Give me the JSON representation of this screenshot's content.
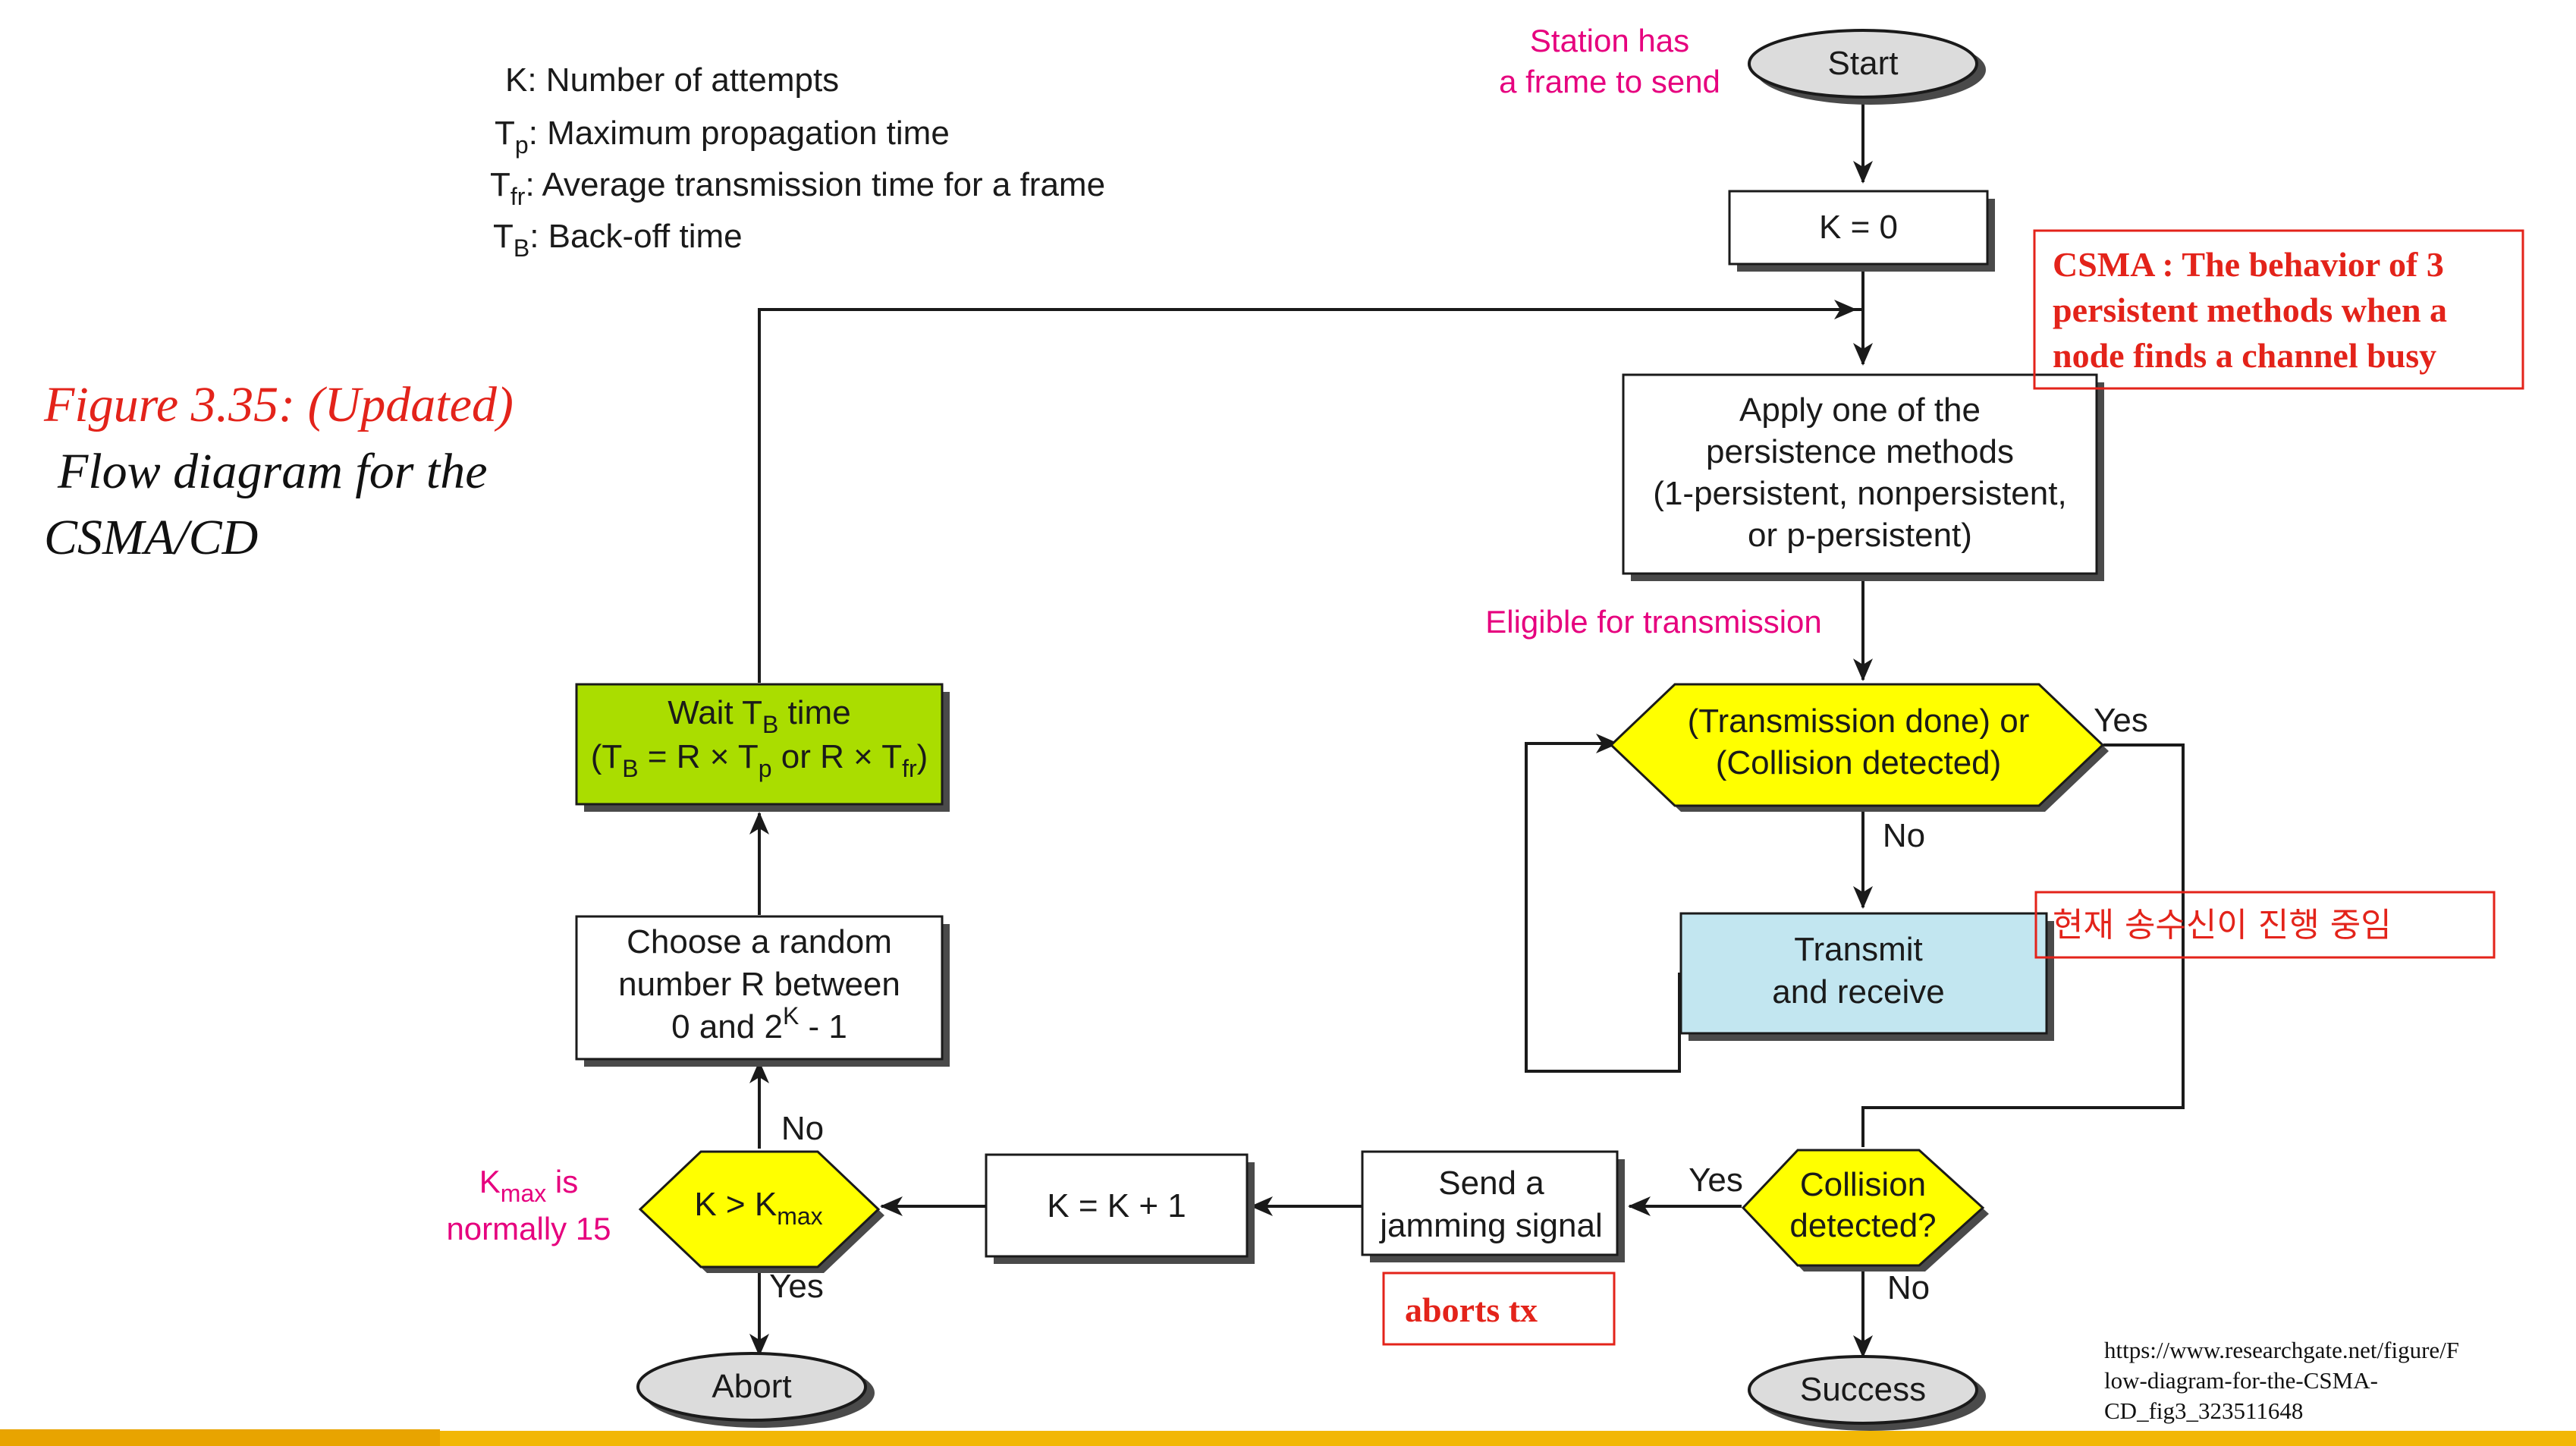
{
  "legend": {
    "k": "K: Number of attempts",
    "tp_sym": "T",
    "tp_sub": "p",
    "tp_text": ": Maximum propagation time",
    "tfr_sym": "T",
    "tfr_sub": "fr",
    "tfr_text": ": Average transmission time for a frame",
    "tb_sym": "T",
    "tb_sub": "B",
    "tb_text": ": Back-off time"
  },
  "figure_title": {
    "line1": "Figure 3.35: (Updated)",
    "line2": "Flow diagram for the",
    "line3": "CSMA/CD"
  },
  "labels": {
    "station_line1": "Station has",
    "station_line2": "a frame to send",
    "eligible": "Eligible for transmission",
    "kmax_k": "K",
    "kmax_sub": "max",
    "kmax_is": " is",
    "kmax_line2": "normally 15"
  },
  "nodes": {
    "start": "Start",
    "k0": "K = 0",
    "apply_1": "Apply one of the",
    "apply_2": "persistence methods",
    "apply_3": "(1-persistent, nonpersistent,",
    "apply_4": "or p-persistent)",
    "txdone_1": "(Transmission done) or",
    "txdone_2": "(Collision detected)",
    "transmit_1": "Transmit",
    "transmit_2": "and receive",
    "collision_1": "Collision",
    "collision_2": "detected?",
    "success": "Success",
    "jam_1": "Send a",
    "jam_2": "jamming signal",
    "kinc": "K = K + 1",
    "kcheck_pre": "K > K",
    "kcheck_sub": "max",
    "abort": "Abort",
    "random_1": "Choose a random",
    "random_2": "number R between",
    "random_3_pre": "0 and 2",
    "random_3_sup": "K",
    "random_3_post": " - 1",
    "wait_pre": "Wait T",
    "wait_sub": "B",
    "wait_post": " time",
    "wait2_a": "(T",
    "wait2_b": "B",
    "wait2_c": " = R × T",
    "wait2_d": "p",
    "wait2_e": " or R × T",
    "wait2_f": "fr",
    "wait2_g": ")"
  },
  "edges": {
    "yes1": "Yes",
    "no1": "No",
    "yes2": "Yes",
    "no2": "No",
    "no3": "No",
    "yes3": "Yes"
  },
  "annotations": {
    "csma_1": "CSMA : The behavior of 3",
    "csma_2": "persistent methods when a",
    "csma_3": "node finds a channel busy",
    "korean": "현재 송수신이 진행 중임",
    "aborts": "aborts tx"
  },
  "source": {
    "line1": "https://www.researchgate.net/figure/F",
    "line2": "low-diagram-for-the-CSMA-",
    "line3": "CD_fig3_323511648"
  },
  "colors": {
    "yellow": "#ffff00",
    "lime": "#aadd00",
    "light_blue": "#c2e6f0",
    "pink": "#e6007e",
    "red": "#e3231a",
    "gold_bar": "#f2b705"
  }
}
